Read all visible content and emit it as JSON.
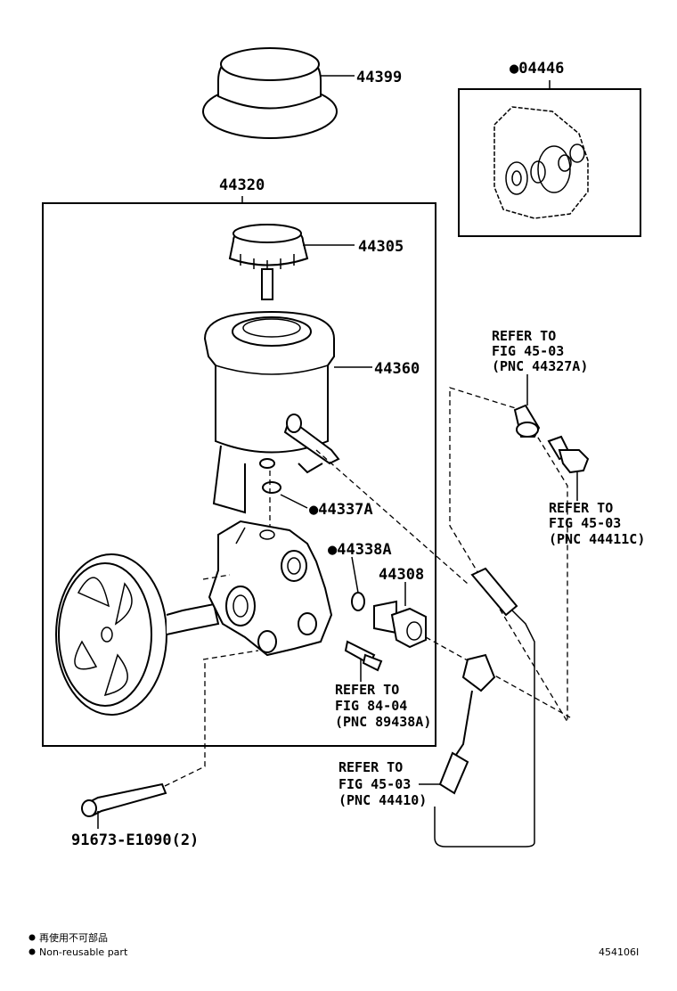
{
  "parts": {
    "p44399": "44399",
    "p04446": "●04446",
    "p44320": "44320",
    "p44305": "44305",
    "p44360": "44360",
    "p44337A": "●44337A",
    "p44338A": "●44338A",
    "p44308": "44308",
    "bolt": "91673-E1090(2)"
  },
  "refs": {
    "r1": {
      "line1": "REFER TO",
      "line2": "FIG 45-03",
      "line3": "(PNC 44327A)"
    },
    "r2": {
      "line1": "REFER TO",
      "line2": "FIG 45-03",
      "line3": "(PNC 44411C)"
    },
    "r3": {
      "line1": "REFER TO",
      "line2": "FIG 84-04",
      "line3": "(PNC 89438A)"
    },
    "r4": {
      "line1": "REFER TO",
      "line2": "FIG 45-03",
      "line3": "(PNC 44410)"
    }
  },
  "legend": {
    "jp": "再使用不可部品",
    "en": "Non-reusable part"
  },
  "figure_id": "454106I"
}
